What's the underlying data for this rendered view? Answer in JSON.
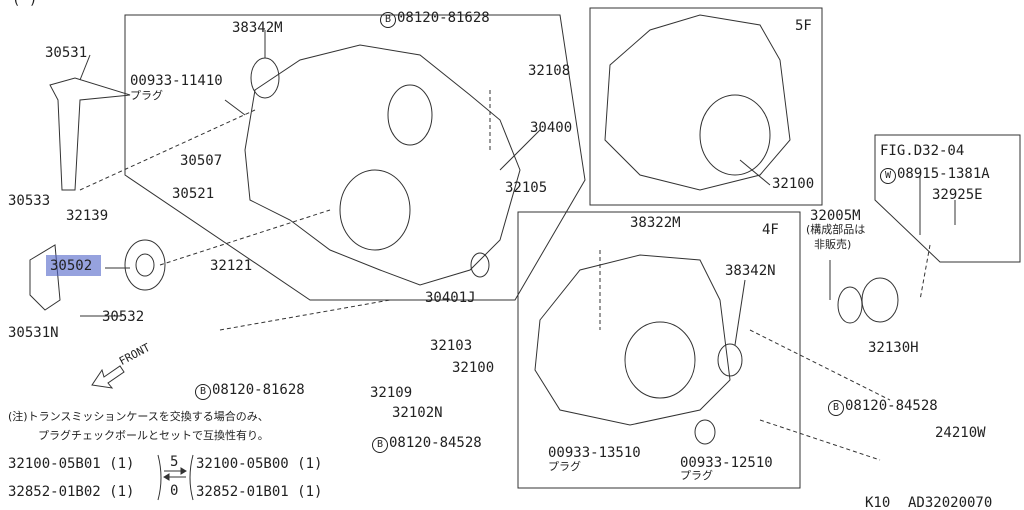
{
  "header_partial": "(                    )",
  "highlight_color": "#6f7fd0",
  "parts": {
    "p30531": "30531",
    "p38342M": "38342M",
    "p08120_81628_top": "08120-81628",
    "p00933_11410": "00933-11410",
    "plug1": "プラグ",
    "p32108": "32108",
    "p30400": "30400",
    "p30507": "30507",
    "p30521": "30521",
    "p32105": "32105",
    "p32100_5f": "32100",
    "p30533": "30533",
    "p32139": "32139",
    "p30502": "30502",
    "p32121": "32121",
    "p30401J": "30401J",
    "p30532": "30532",
    "p30531N": "30531N",
    "p32103": "32103",
    "p32100_4f": "32100",
    "p08120_81628_bot": "08120-81628",
    "p32109": "32109",
    "p32102N": "32102N",
    "p08120_84528_left": "08120-84528",
    "p38322M": "38322M",
    "p38342N": "38342N",
    "p00933_13510": "00933-13510",
    "plug2": "プラグ",
    "p00933_12510": "00933-12510",
    "plug3": "プラグ",
    "p32005M": "32005M",
    "p32005M_note1": "(構成部品は",
    "p32005M_note2": "非販売)",
    "p32130H": "32130H",
    "p08120_84528_right": "08120-84528",
    "p24210W": "24210W",
    "p08915_1381A": "08915-1381A",
    "p32925E": "32925E"
  },
  "badges": {
    "B": "B",
    "W": "W"
  },
  "boxes": {
    "five_speed": "5F",
    "four_speed": "4F",
    "fig_ref": "FIG.D32-04"
  },
  "front_label": "FRONT",
  "notes": {
    "line1": "(注)トランスミッションケースを交換する場合のみ、",
    "line2": "プラグチェックボールとセットで互換性有り。"
  },
  "interchange": {
    "left": [
      "32100-05B01 (1)",
      "32852-01B02 (1)"
    ],
    "forward": "5",
    "backward": "0",
    "right": [
      "32100-05B00 (1)",
      "32852-01B01 (1)"
    ]
  },
  "footer": {
    "code": "K10",
    "ref": "AD32020070"
  }
}
